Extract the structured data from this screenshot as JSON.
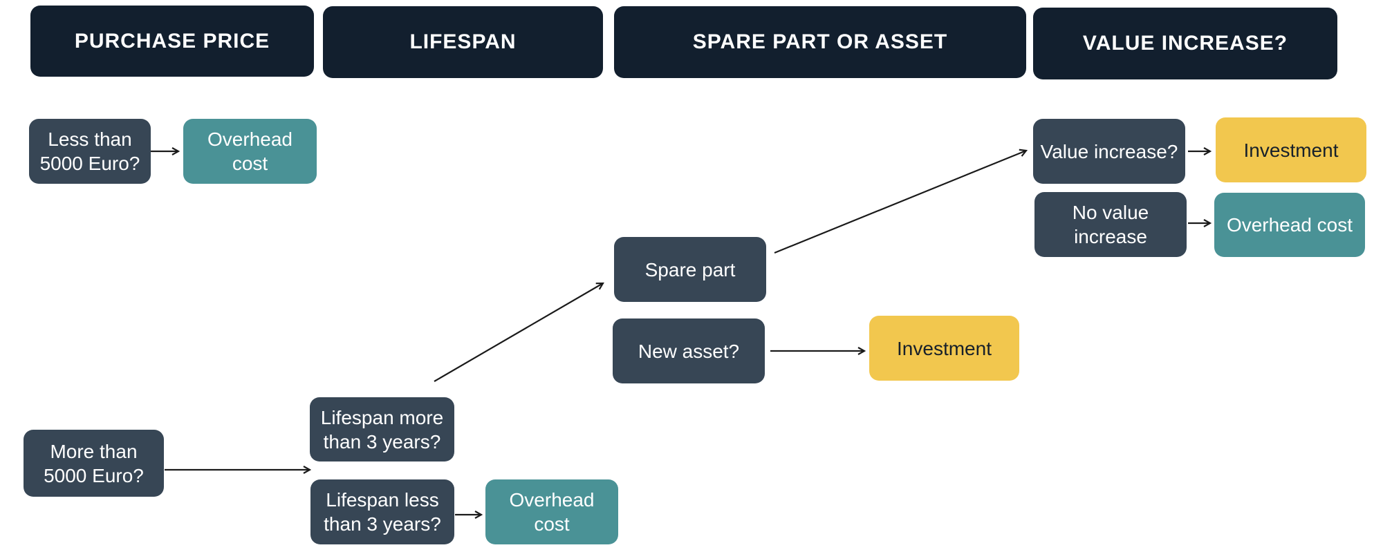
{
  "headers": {
    "purchase_price": "PURCHASE PRICE",
    "lifespan": "LIFESPAN",
    "spare_or_asset": "SPARE PART OR ASSET",
    "value_increase": "VALUE INCREASE?"
  },
  "nodes": {
    "less_than": "Less than 5000 Euro?",
    "overhead_1": "Overhead cost",
    "more_than": "More than 5000 Euro?",
    "lifespan_more": "Lifespan more than 3 years?",
    "lifespan_less": "Lifespan less than 3 years?",
    "overhead_2": "Overhead cost",
    "spare_part": "Spare part",
    "new_asset": "New asset?",
    "investment_1": "Investment",
    "value_increase": "Value increase?",
    "investment_2": "Investment",
    "no_value_increase": "No value increase",
    "overhead_3": "Overhead cost"
  },
  "colors": {
    "header_bg": "#121f2e",
    "question_bg": "#374655",
    "overhead_bg": "#4a9296",
    "investment_bg": "#f2c74e",
    "arrow": "#1a1a1a"
  }
}
